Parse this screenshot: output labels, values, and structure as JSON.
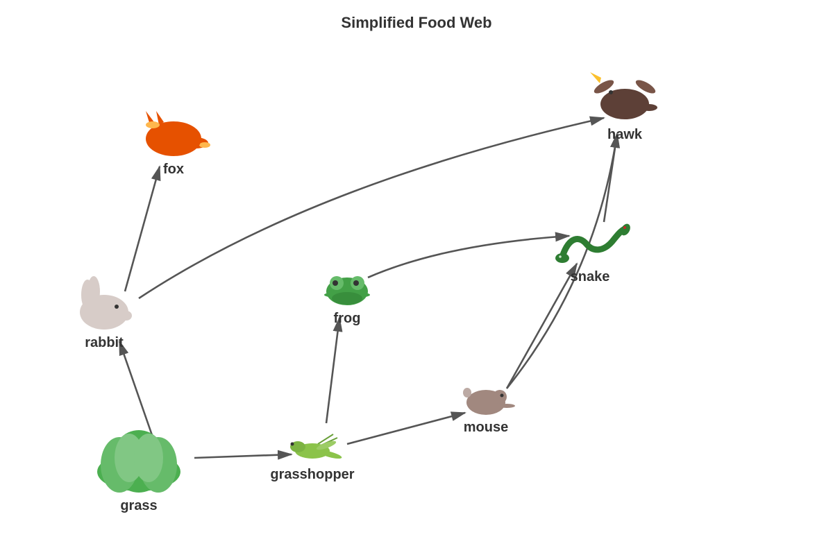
{
  "title": "Simplified Food Web",
  "colors": {
    "edge": "#555555",
    "label": "#333333",
    "grass": "#4caf50",
    "grass_light": "#81c784",
    "grasshopper": "#8bc34a",
    "rabbit": "#d7ccc8",
    "fox": "#e65100",
    "fox_accent": "#ffb74d",
    "frog": "#43a047",
    "mouse": "#a1887f",
    "snake": "#2e7d32",
    "hawk": "#5d4037",
    "hawk_wing": "#795548",
    "beak": "#fbc02d"
  },
  "nodes": {
    "grass": {
      "label": "grass",
      "icon": "grass-icon"
    },
    "grasshopper": {
      "label": "grasshopper",
      "icon": "grasshopper-icon"
    },
    "rabbit": {
      "label": "rabbit",
      "icon": "rabbit-icon"
    },
    "fox": {
      "label": "fox",
      "icon": "fox-icon"
    },
    "frog": {
      "label": "frog",
      "icon": "frog-icon"
    },
    "mouse": {
      "label": "mouse",
      "icon": "mouse-icon"
    },
    "snake": {
      "label": "snake",
      "icon": "snake-icon"
    },
    "hawk": {
      "label": "hawk",
      "icon": "hawk-icon"
    }
  },
  "edges": [
    {
      "from": "grass",
      "to": "grasshopper"
    },
    {
      "from": "grass",
      "to": "rabbit"
    },
    {
      "from": "rabbit",
      "to": "fox"
    },
    {
      "from": "rabbit",
      "to": "hawk"
    },
    {
      "from": "grasshopper",
      "to": "frog"
    },
    {
      "from": "grasshopper",
      "to": "mouse"
    },
    {
      "from": "frog",
      "to": "snake"
    },
    {
      "from": "mouse",
      "to": "snake"
    },
    {
      "from": "mouse",
      "to": "hawk"
    },
    {
      "from": "snake",
      "to": "hawk"
    }
  ]
}
